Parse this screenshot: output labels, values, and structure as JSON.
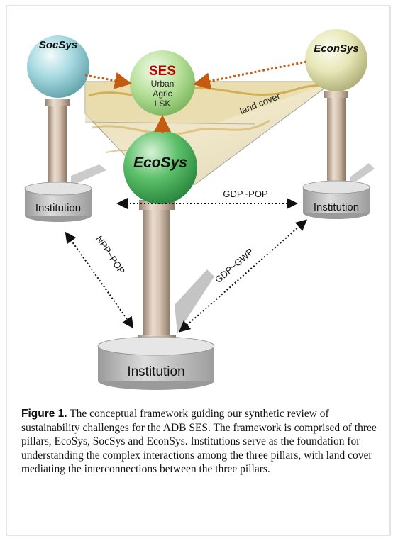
{
  "diagram": {
    "ses": {
      "title": "SES",
      "lines": [
        "Urban",
        "Agric",
        "LSK"
      ]
    },
    "eco": "EcoSys",
    "soc": "SocSys",
    "econ": "EconSys",
    "land_cover": "land cover",
    "inst_left": "Institution",
    "inst_right": "Institution",
    "inst_bottom": "Institution",
    "link_top": "GDP~POP",
    "link_left": "NPP~POP",
    "link_right": "GDP~GWP"
  },
  "caption": {
    "label": "Figure 1.",
    "text": " The conceptual framework guiding our synthetic review of sustainability challenges for the ADB SES. The framework is comprised of three pillars, EcoSys, SocSys and EconSys. Institutions serve as the foundation for understanding the complex interactions among the three pillars, with land cover mediating the interconnections between the three pillars."
  },
  "colors": {
    "ses_title": "#c00000",
    "arrow": "#c55a11",
    "soc_sphere": "#9fd3da",
    "econ_sphere": "#e6e6b0",
    "eco_sphere": "#4cb35d",
    "ses_sphere": "#a7d88a",
    "pillar": "#d6c2ad",
    "base": "#bfbfbf"
  }
}
